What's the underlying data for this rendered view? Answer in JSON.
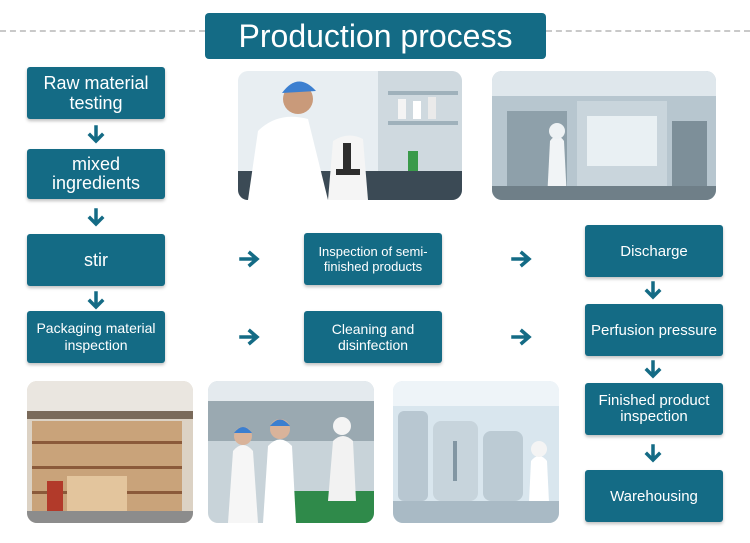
{
  "title": "Production process",
  "steps": {
    "raw_material_testing": "Raw material testing",
    "mixed_ingredients": "mixed ingredients",
    "stir": "stir",
    "packaging_material_inspection": "Packaging material inspection",
    "inspection_semi_finished": "Inspection of semi-finished products",
    "cleaning_disinfection": "Cleaning and disinfection",
    "discharge": "Discharge",
    "perfusion_pressure": "Perfusion pressure",
    "finished_product_inspection": "Finished product inspection",
    "warehousing": "Warehousing"
  },
  "colors": {
    "box": "#146b85",
    "arrow": "#146b85",
    "title_bg": "#146b85",
    "text": "#ffffff"
  },
  "icons": {
    "arrow_down": "arrow-down-icon",
    "arrow_right": "arrow-right-icon"
  }
}
